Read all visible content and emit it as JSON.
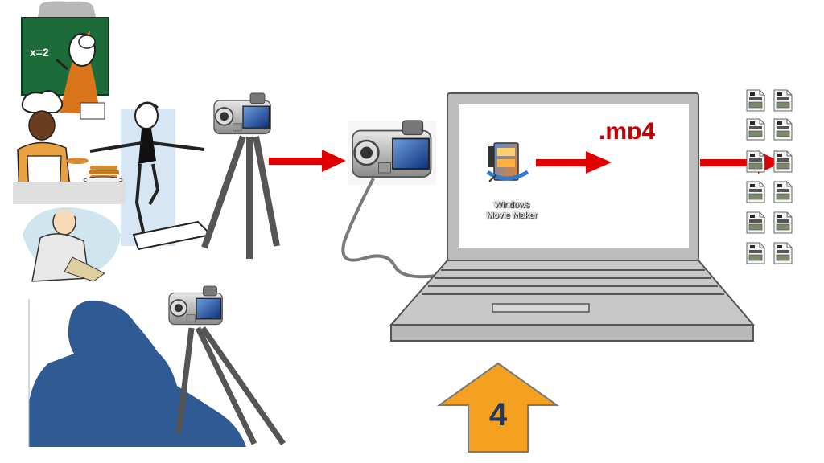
{
  "scene": {
    "blackboard_text": "x=2",
    "app_label_line1": "Windows",
    "app_label_line2": "Movie Maker",
    "output_format": ".mp4",
    "step_number": "4"
  },
  "colors": {
    "arrow_red": "#e00000",
    "step_arrow_orange": "#f4a020",
    "step_text": "#1f3864",
    "silhouette_blue": "#2f5a93",
    "laptop_gray": "#c8c8c8",
    "blackboard_green": "#1e6b3a",
    "format_text_red": "#c00000"
  },
  "icons": [
    "teacher-clipart",
    "chef-clipart",
    "dancer-clipart",
    "elder-crafting-clipart",
    "thinking-silhouette",
    "camcorder-icon",
    "tripod",
    "laptop",
    "movie-maker-icon",
    "video-file-icon",
    "red-arrow",
    "orange-up-arrow"
  ]
}
